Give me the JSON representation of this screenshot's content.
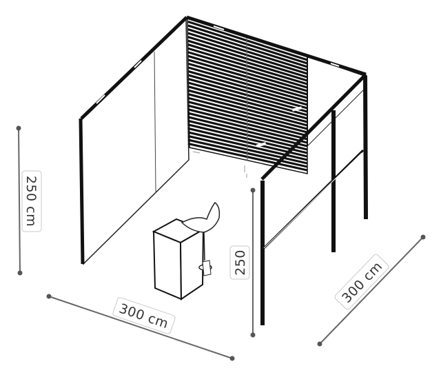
{
  "dimensions": {
    "height_left": "250 cm",
    "height_front": "250",
    "width_front": "300 cm",
    "depth_right": "300 cm"
  }
}
